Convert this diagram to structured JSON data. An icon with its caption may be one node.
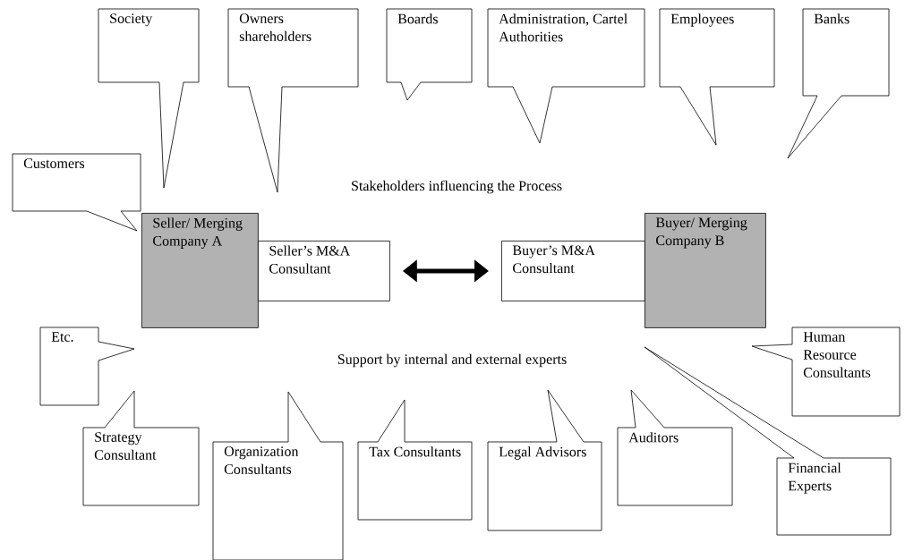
{
  "diagram": {
    "nodes": [
      {
        "text": [
          "Society"
        ]
      },
      {
        "text": [
          "Owners shareholders"
        ]
      },
      {
        "text": [
          "Boards"
        ]
      },
      {
        "text": [
          "Administration, Cartel Authorities"
        ]
      },
      {
        "text": [
          "Employees"
        ]
      },
      {
        "text": [
          "Banks"
        ]
      },
      {
        "text": [
          "Customers"
        ]
      },
      {
        "text": [
          "Seller/ Merging Company A"
        ]
      },
      {
        "text": [
          "Seller’s M&A Consultant"
        ]
      },
      {
        "text": [
          "Buyer’s M&A Consultant"
        ]
      },
      {
        "text": [
          "Buyer/ Merging Company B"
        ]
      },
      {
        "text": [
          "Etc."
        ]
      },
      {
        "text": [
          "Human Resource Consultants"
        ]
      },
      {
        "text": [
          "Strategy Consultant"
        ]
      },
      {
        "text": [
          "Organization Consultants"
        ]
      },
      {
        "text": [
          "Tax Consultants"
        ]
      },
      {
        "text": [
          "Legal Advisors"
        ]
      },
      {
        "text": [
          "Auditors"
        ]
      },
      {
        "text": [
          "Financial Experts"
        ]
      }
    ],
    "edges": [
      {
        "from": 8,
        "to": 9,
        "arrow": "both"
      }
    ],
    "labels": [
      "Stakeholders influencing the Process",
      "Support by internal and external experts"
    ]
  }
}
